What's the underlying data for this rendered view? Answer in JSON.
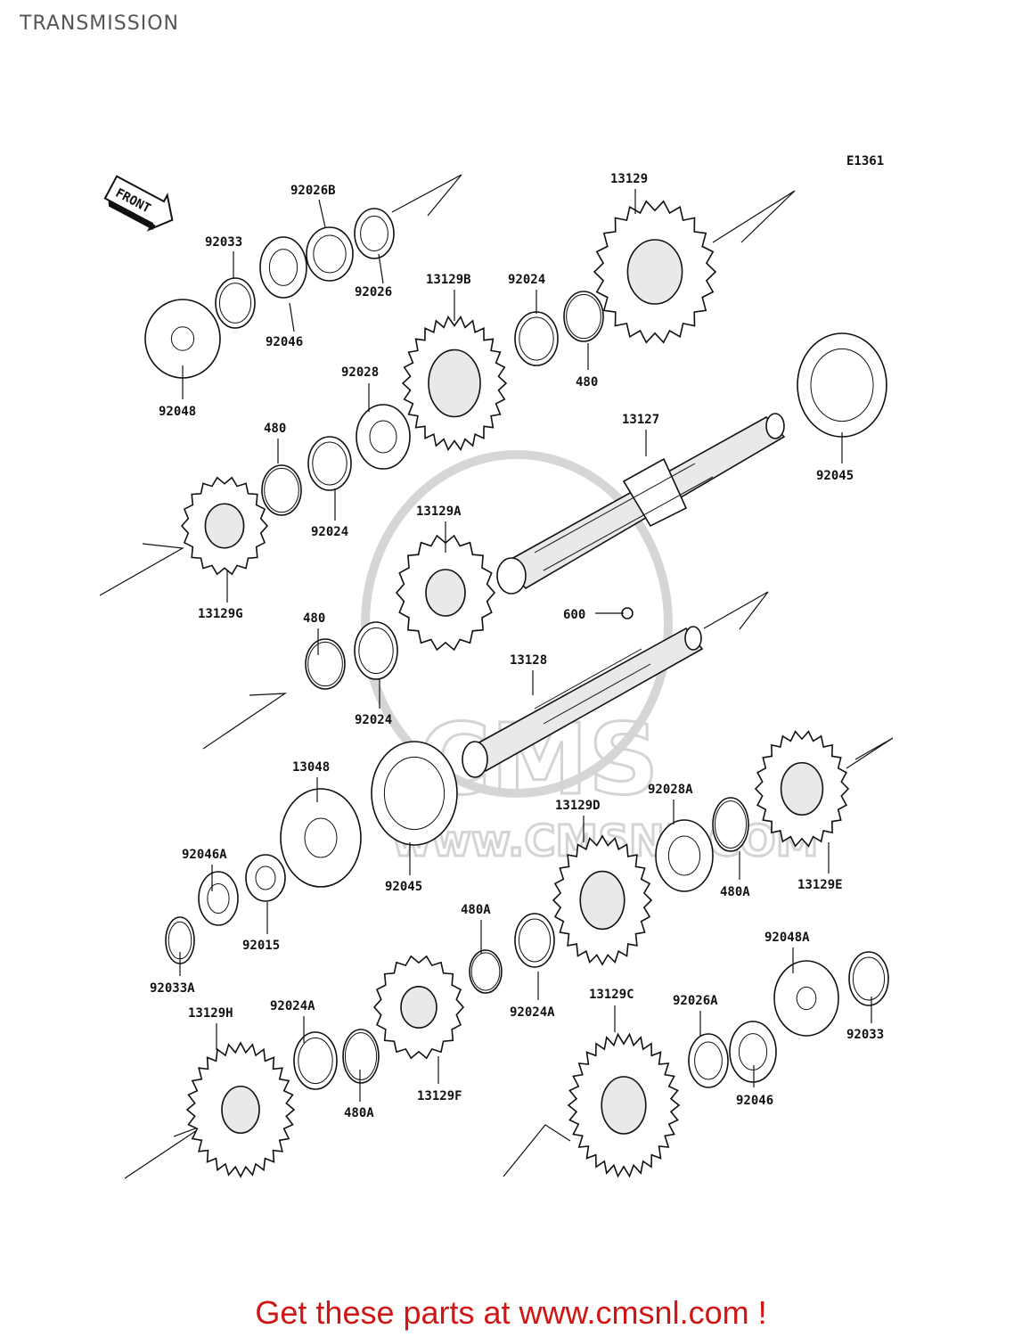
{
  "title": "TRANSMISSION",
  "figure_code": "E1361",
  "front_marker": "FRONT",
  "footer": {
    "text": "Get these parts at www.cmsnl.com !"
  },
  "colors": {
    "footer_text": "#d01515",
    "title_text": "#555555",
    "line": "#111111",
    "watermark": "#d6d6d6"
  },
  "watermark": {
    "text": "CMS",
    "url_text": "www.CMSNL.COM"
  },
  "part_labels": [
    "92026B",
    "92033",
    "92026",
    "92046",
    "92048",
    "13129",
    "13129B",
    "92024",
    "480",
    "92028",
    "480",
    "92024",
    "13127",
    "92045",
    "13129G",
    "13129A",
    "480",
    "92024",
    "600",
    "13128",
    "13048",
    "92046A",
    "92015",
    "92045",
    "92033A",
    "13129D",
    "92028A",
    "480A",
    "13129E",
    "480A",
    "92024A",
    "13129H",
    "92024A",
    "480A",
    "13129F",
    "13129C",
    "92026A",
    "92046",
    "92048A",
    "92033"
  ]
}
